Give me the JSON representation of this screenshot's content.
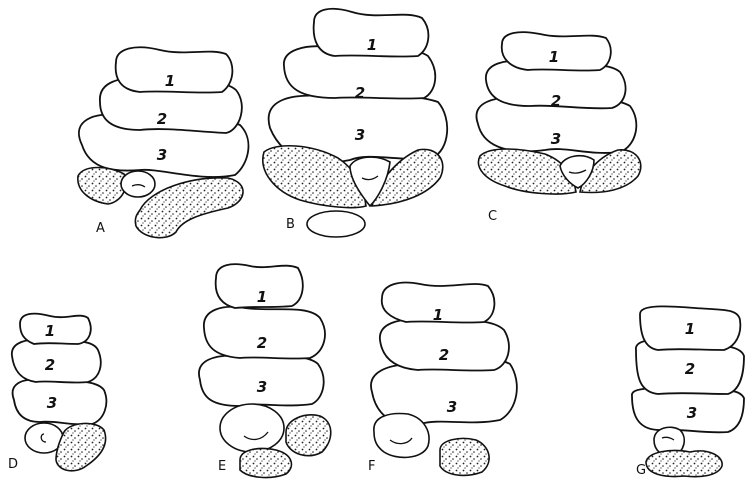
{
  "figure": {
    "panels": [
      {
        "letter": "A",
        "numbers": [
          "1",
          "2",
          "3"
        ]
      },
      {
        "letter": "B",
        "numbers": [
          "1",
          "2",
          "3"
        ]
      },
      {
        "letter": "C",
        "numbers": [
          "1",
          "2",
          "3"
        ]
      },
      {
        "letter": "D",
        "numbers": [
          "1",
          "2",
          "3"
        ]
      },
      {
        "letter": "E",
        "numbers": [
          "1",
          "2",
          "3"
        ]
      },
      {
        "letter": "F",
        "numbers": [
          "1",
          "2",
          "3"
        ]
      },
      {
        "letter": "G",
        "numbers": [
          "1",
          "2",
          "3"
        ]
      }
    ]
  }
}
